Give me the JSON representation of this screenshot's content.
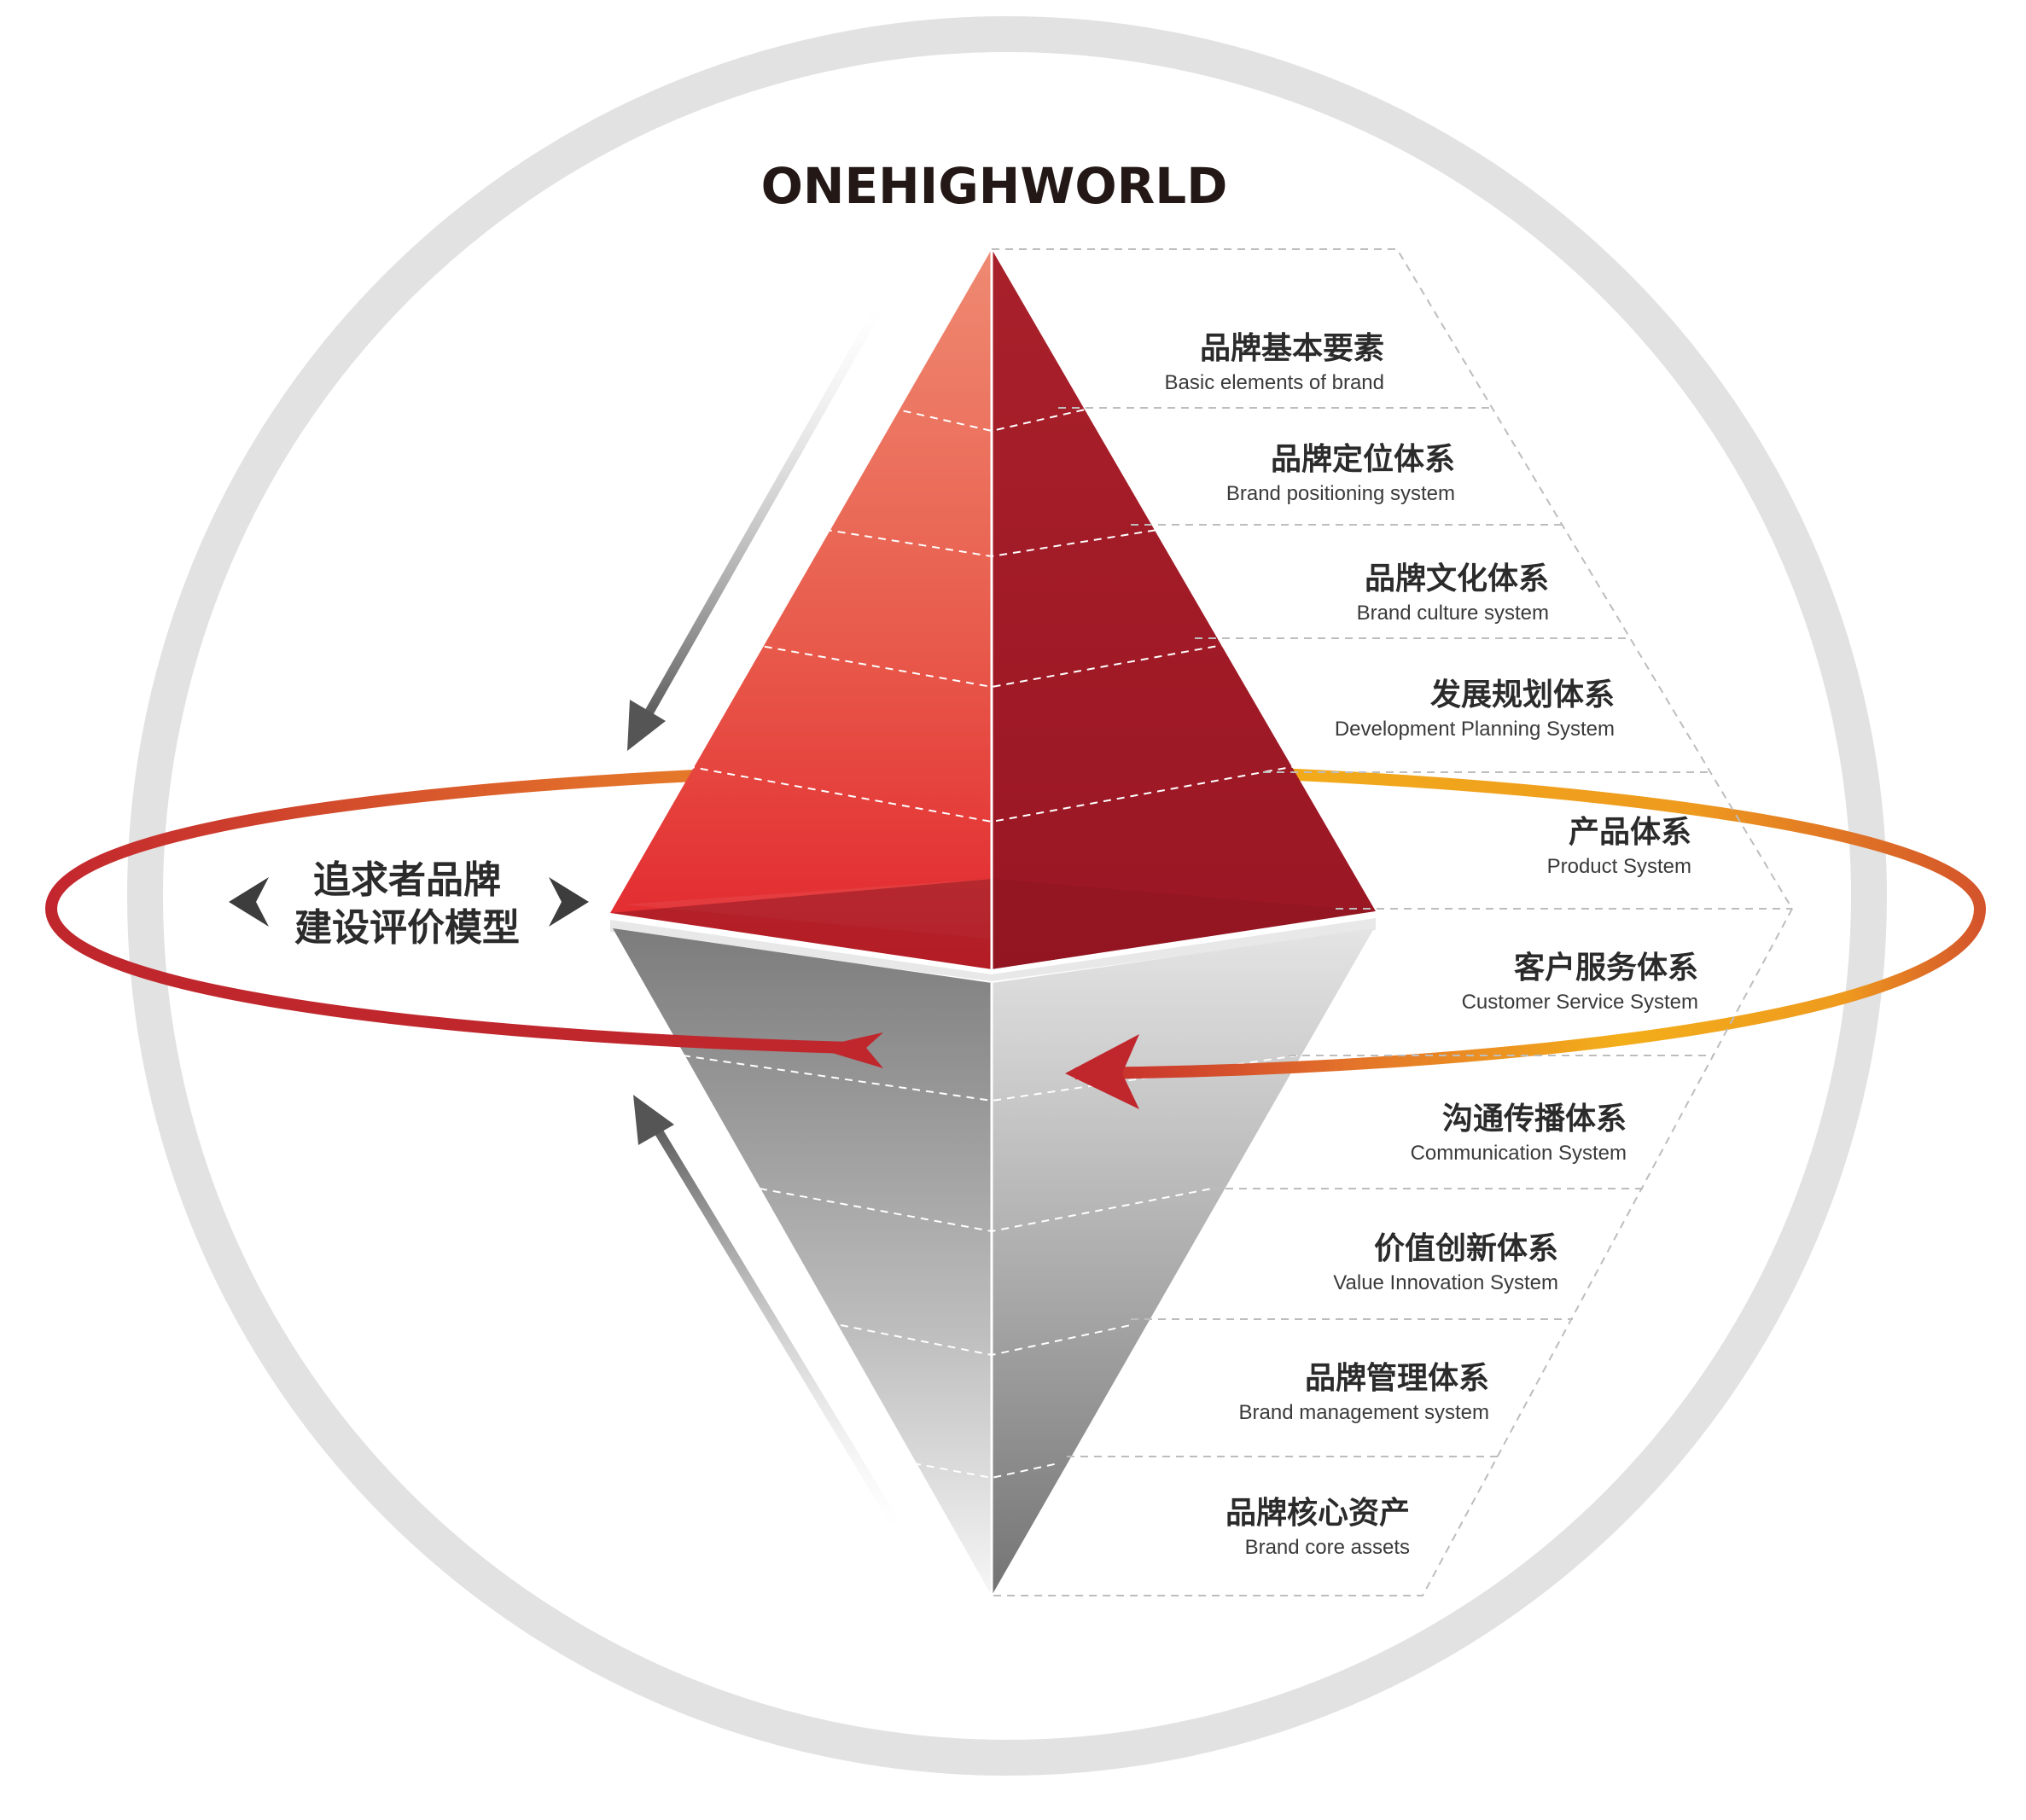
{
  "brand": "ONEHIGHWORLD",
  "model_title": [
    "追求者品牌",
    "建设评价模型"
  ],
  "layers": [
    {
      "cn": "品牌基本要素",
      "en": "Basic elements of  brand"
    },
    {
      "cn": "品牌定位体系",
      "en": "Brand positioning system"
    },
    {
      "cn": "品牌文化体系",
      "en": "Brand culture system"
    },
    {
      "cn": "发展规划体系",
      "en": "Development Planning System"
    },
    {
      "cn": "产品体系",
      "en": "Product System"
    },
    {
      "cn": "客户服务体系",
      "en": "Customer Service System"
    },
    {
      "cn": "沟通传播体系",
      "en": "Communication System"
    },
    {
      "cn": "价值创新体系",
      "en": "Value Innovation System"
    },
    {
      "cn": "品牌管理体系",
      "en": "Brand management system"
    },
    {
      "cn": "品牌核心资产",
      "en": "Brand core assets"
    }
  ],
  "colors": {
    "ring": "#e2e2e2",
    "orbit_red": "#c0272d",
    "orbit_orange": "#f0a81c",
    "pyramid_left": "#e8443a",
    "pyramid_right": "#a31a27",
    "gray_dark": "#707070",
    "gray_light": "#e8e8e8"
  }
}
